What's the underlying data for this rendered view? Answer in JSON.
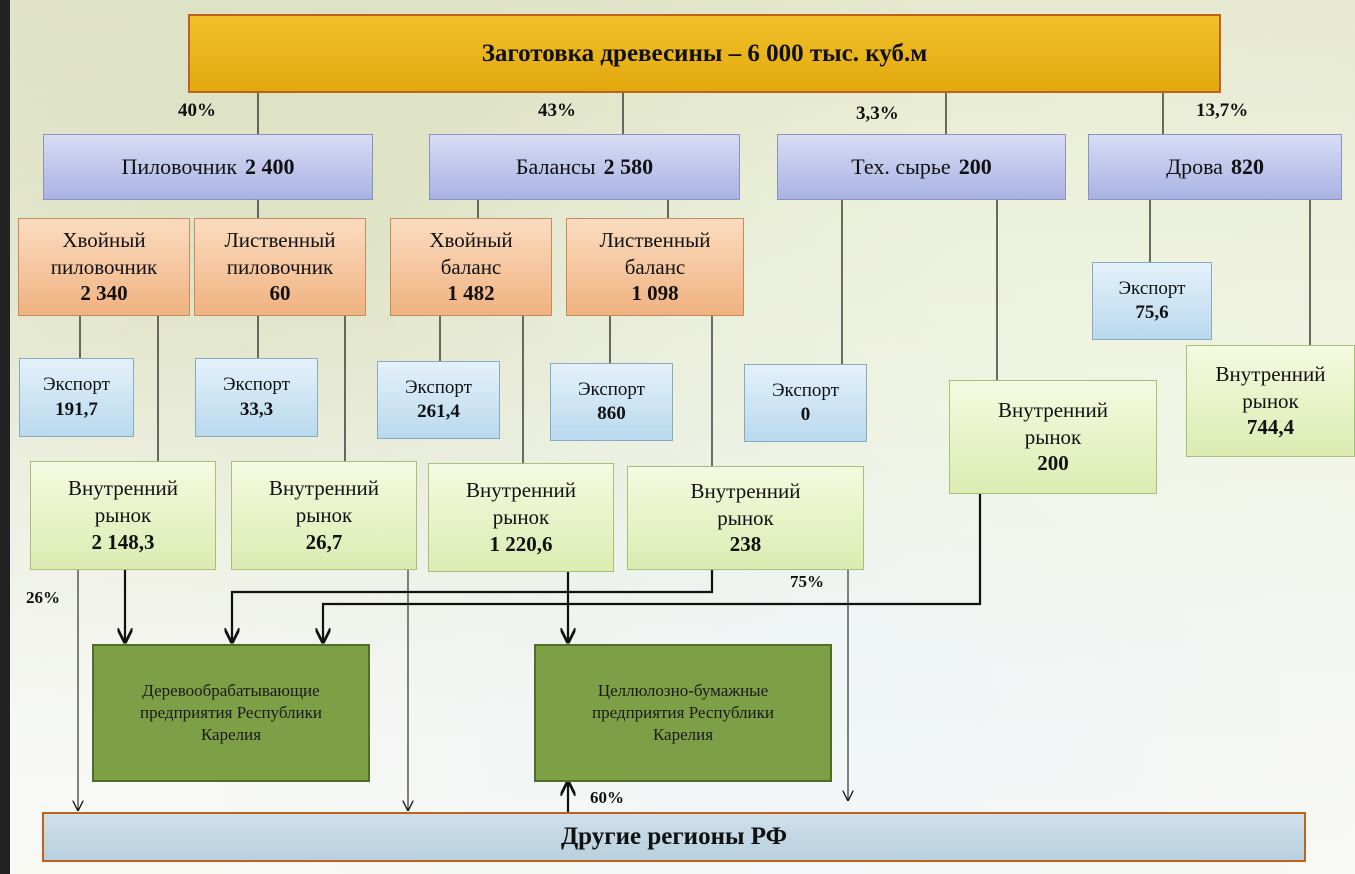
{
  "title": "Заготовка древесины – 6 000 тыс. куб.м",
  "categories": [
    {
      "label": "Пиловочник",
      "value": "2 400",
      "percent": "40%"
    },
    {
      "label": "Балансы",
      "value": "2 580",
      "percent": "43%"
    },
    {
      "label": "Тех. сырье",
      "value": "200",
      "percent": "3,3%"
    },
    {
      "label": "Дрова",
      "value": "820",
      "percent": "13,7%"
    }
  ],
  "subcategories": [
    {
      "label": "Хвойный\nпиловочник",
      "value": "2 340"
    },
    {
      "label": "Лиственный\nпиловочник",
      "value": "60"
    },
    {
      "label": "Хвойный\nбаланс",
      "value": "1 482"
    },
    {
      "label": "Лиственный\nбаланс",
      "value": "1 098"
    }
  ],
  "exports": [
    {
      "label": "Экспорт",
      "value": "191,7"
    },
    {
      "label": "Экспорт",
      "value": "33,3"
    },
    {
      "label": "Экспорт",
      "value": "261,4"
    },
    {
      "label": "Экспорт",
      "value": "860"
    },
    {
      "label": "Экспорт",
      "value": "0"
    },
    {
      "label": "Экспорт",
      "value": "75,6"
    }
  ],
  "markets": [
    {
      "label": "Внутренний\nрынок",
      "value": "2 148,3"
    },
    {
      "label": "Внутренний\nрынок",
      "value": "26,7"
    },
    {
      "label": "Внутренний\nрынок",
      "value": "1 220,6"
    },
    {
      "label": "Внутренний\nрынок",
      "value": "238"
    },
    {
      "label": "Внутренний\nрынок",
      "value": "200"
    },
    {
      "label": "Внутренний\nрынок",
      "value": "744,4"
    }
  ],
  "enterprises": [
    {
      "label": "Деревообрабатывающие\nпредприятия Республики\nКарелия"
    },
    {
      "label": "Целлюлозно-бумажные\nпредприятия Республики\nКарелия"
    }
  ],
  "flow_labels": {
    "p26": "26%",
    "p75": "75%",
    "p60": "60%"
  },
  "destination": "Другие регионы РФ",
  "colors": {
    "title_fill": "#e8b116",
    "border_orange": "#c0621c",
    "category_fill": "#b4bde8",
    "sub_fill": "#f3c39a",
    "export_fill": "#cbe3f4",
    "market_fill": "#e6f3c8",
    "enterprise_fill": "#7d9f45",
    "destination_fill": "#c3d8e4"
  }
}
